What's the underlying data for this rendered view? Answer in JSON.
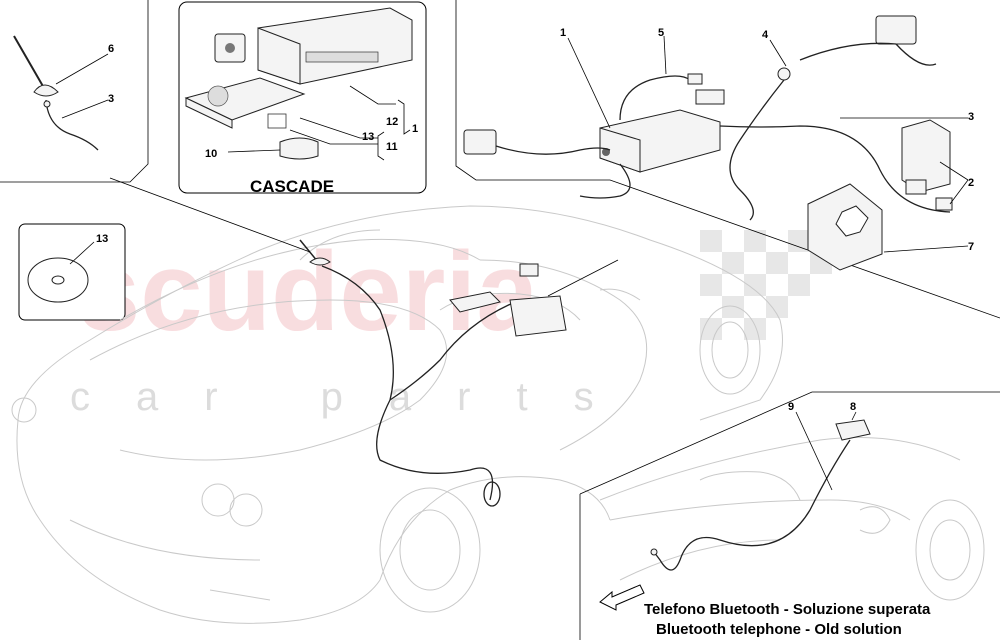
{
  "watermark": {
    "main": "scuderia",
    "sub": "car parts"
  },
  "cascade_label": "CASCADE",
  "callouts": {
    "topleft_6": "6",
    "topleft_3": "3",
    "cascade_12": "12",
    "cascade_13": "13",
    "cascade_11": "11",
    "cascade_1": "1",
    "cascade_10": "10",
    "cd_13": "13",
    "right_1": "1",
    "right_5": "5",
    "right_4": "4",
    "right_3": "3",
    "right_2": "2",
    "right_7": "7",
    "inset_9": "9",
    "inset_8": "8"
  },
  "caption": {
    "line1": "Telefono Bluetooth - Soluzione superata",
    "line2": "Bluetooth telephone - Old solution"
  }
}
